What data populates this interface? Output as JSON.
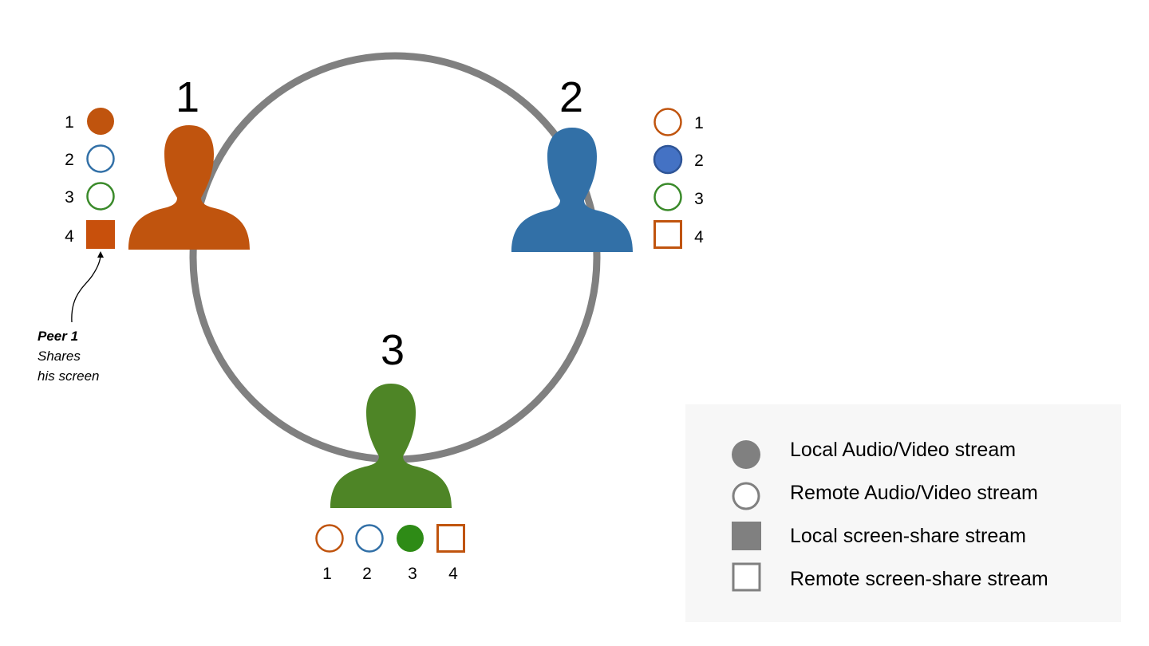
{
  "peers": [
    {
      "label": "1",
      "color": "#C0540E"
    },
    {
      "label": "2",
      "color": "#3270A7"
    },
    {
      "label": "3",
      "color": "#4E8526"
    }
  ],
  "streams": {
    "peer1": [
      {
        "label": "1",
        "kind": "local-av",
        "color": "#C0540E"
      },
      {
        "label": "2",
        "kind": "remote-av",
        "color": "#3270A7"
      },
      {
        "label": "3",
        "kind": "remote-av",
        "color": "#3A8A2A"
      },
      {
        "label": "4",
        "kind": "local-screen",
        "color": "#C8500C"
      }
    ],
    "peer2": [
      {
        "label": "1",
        "kind": "remote-av",
        "color": "#C0540E"
      },
      {
        "label": "2",
        "kind": "local-av",
        "color": "#4472C4"
      },
      {
        "label": "3",
        "kind": "remote-av",
        "color": "#3A8A2A"
      },
      {
        "label": "4",
        "kind": "remote-screen",
        "color": "#C0540E"
      }
    ],
    "peer3": [
      {
        "label": "1",
        "kind": "remote-av",
        "color": "#C0540E"
      },
      {
        "label": "2",
        "kind": "remote-av",
        "color": "#3270A7"
      },
      {
        "label": "3",
        "kind": "local-av",
        "color": "#2E8B16"
      },
      {
        "label": "4",
        "kind": "remote-screen",
        "color": "#C0540E"
      }
    ]
  },
  "annotation": {
    "title": "Peer 1",
    "line1": "Shares",
    "line2": "his screen"
  },
  "legend": {
    "items": [
      {
        "label": "Local Audio/Video stream",
        "icon": "filled-circle"
      },
      {
        "label": "Remote Audio/Video stream",
        "icon": "hollow-circle"
      },
      {
        "label": "Local screen-share stream",
        "icon": "filled-square"
      },
      {
        "label": "Remote screen-share stream",
        "icon": "hollow-square"
      }
    ],
    "icon_color": "#808080"
  },
  "ring_color": "#808080"
}
